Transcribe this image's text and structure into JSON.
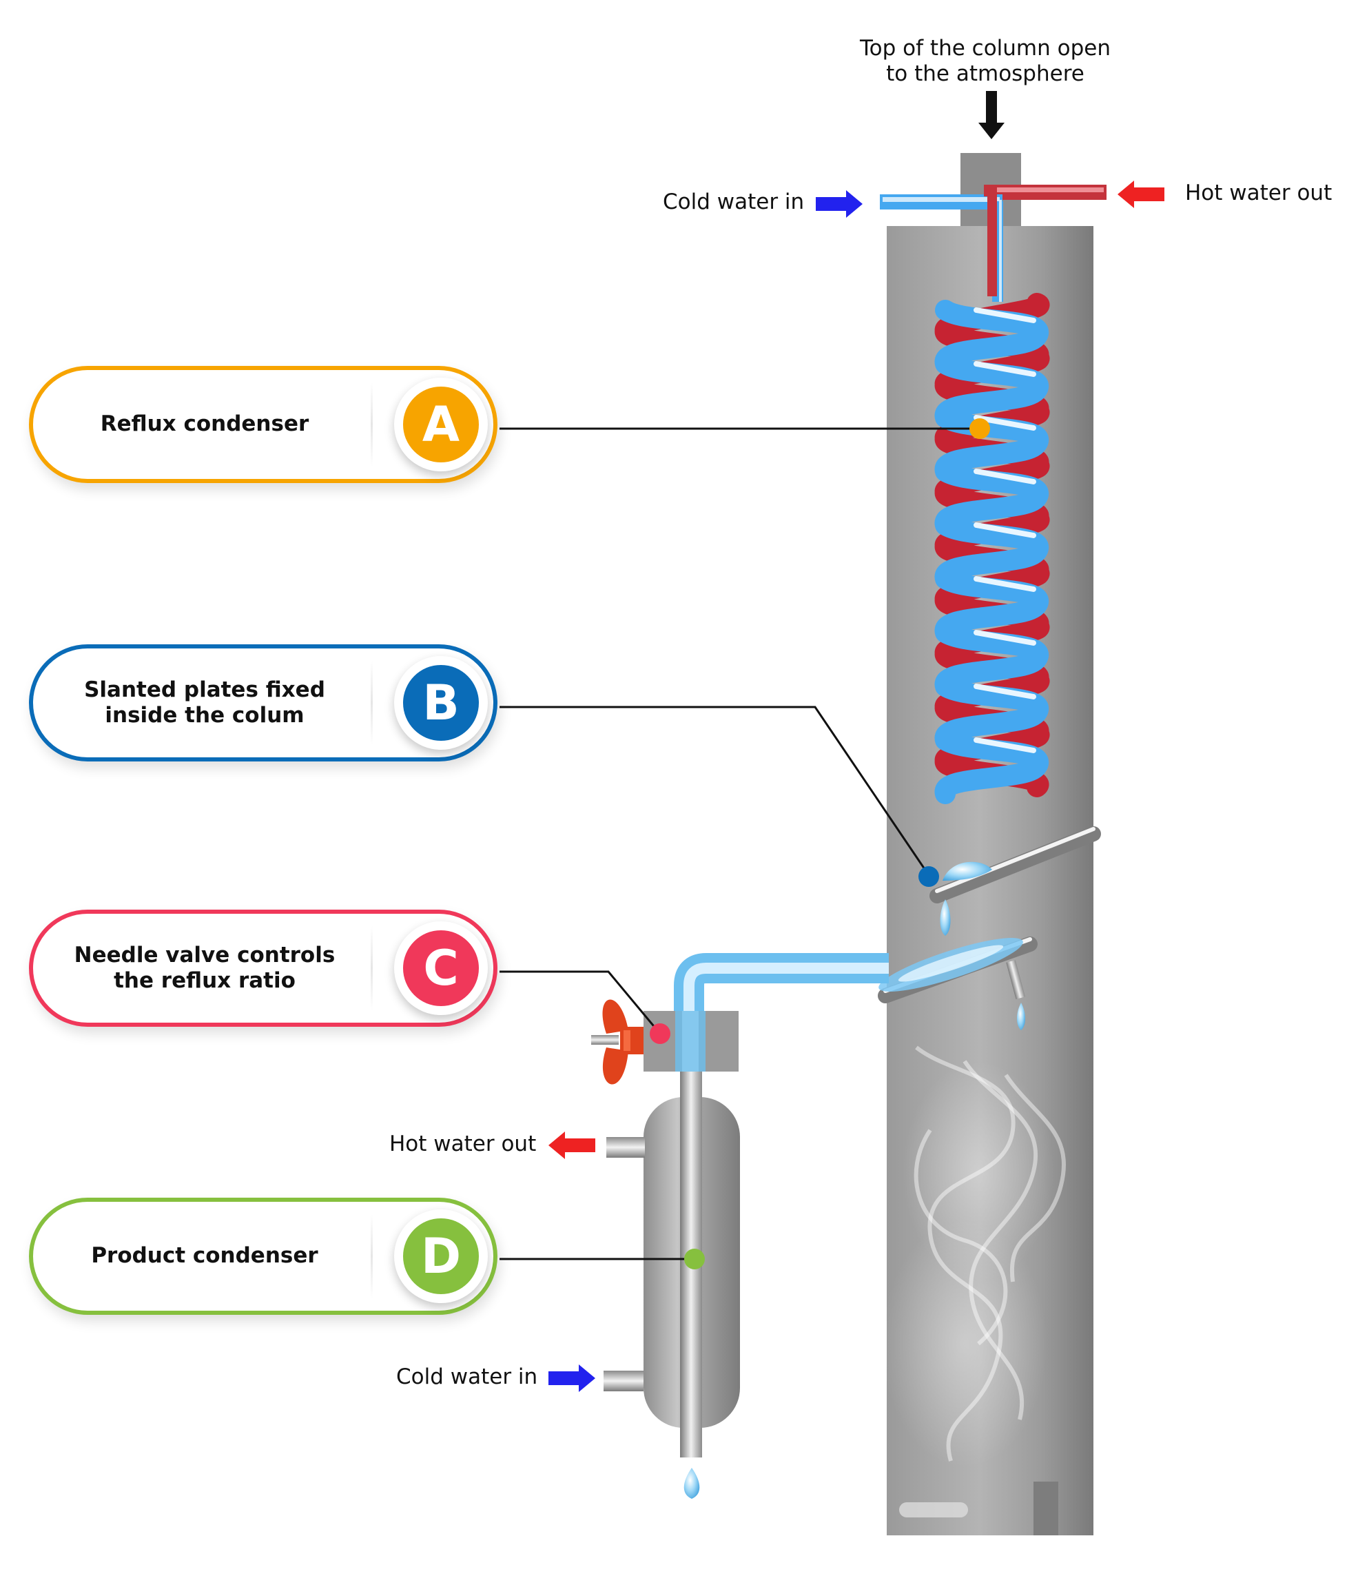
{
  "top_label": "Top of the column open to the atmosphere",
  "flow_labels": {
    "top_cold_in": "Cold water in",
    "top_hot_out": "Hot water out",
    "bottom_hot_out": "Hot water out",
    "bottom_cold_in": "Cold water in"
  },
  "callouts": [
    {
      "letter": "A",
      "text": "Reflux condenser",
      "color": "#F7A400"
    },
    {
      "letter": "B",
      "text": "Slanted plates fixed inside the colum",
      "color": "#0A6CB8"
    },
    {
      "letter": "C",
      "text": "Needle valve controls the reflux ratio",
      "color": "#F0385A"
    },
    {
      "letter": "D",
      "text": "Product condenser",
      "color": "#86C03E"
    }
  ],
  "colors": {
    "cold_water": "#2222EE",
    "hot_water": "#EE2222",
    "column": "#8c8c8c",
    "coil_blue": "#45A8F0",
    "coil_red": "#C62332"
  }
}
